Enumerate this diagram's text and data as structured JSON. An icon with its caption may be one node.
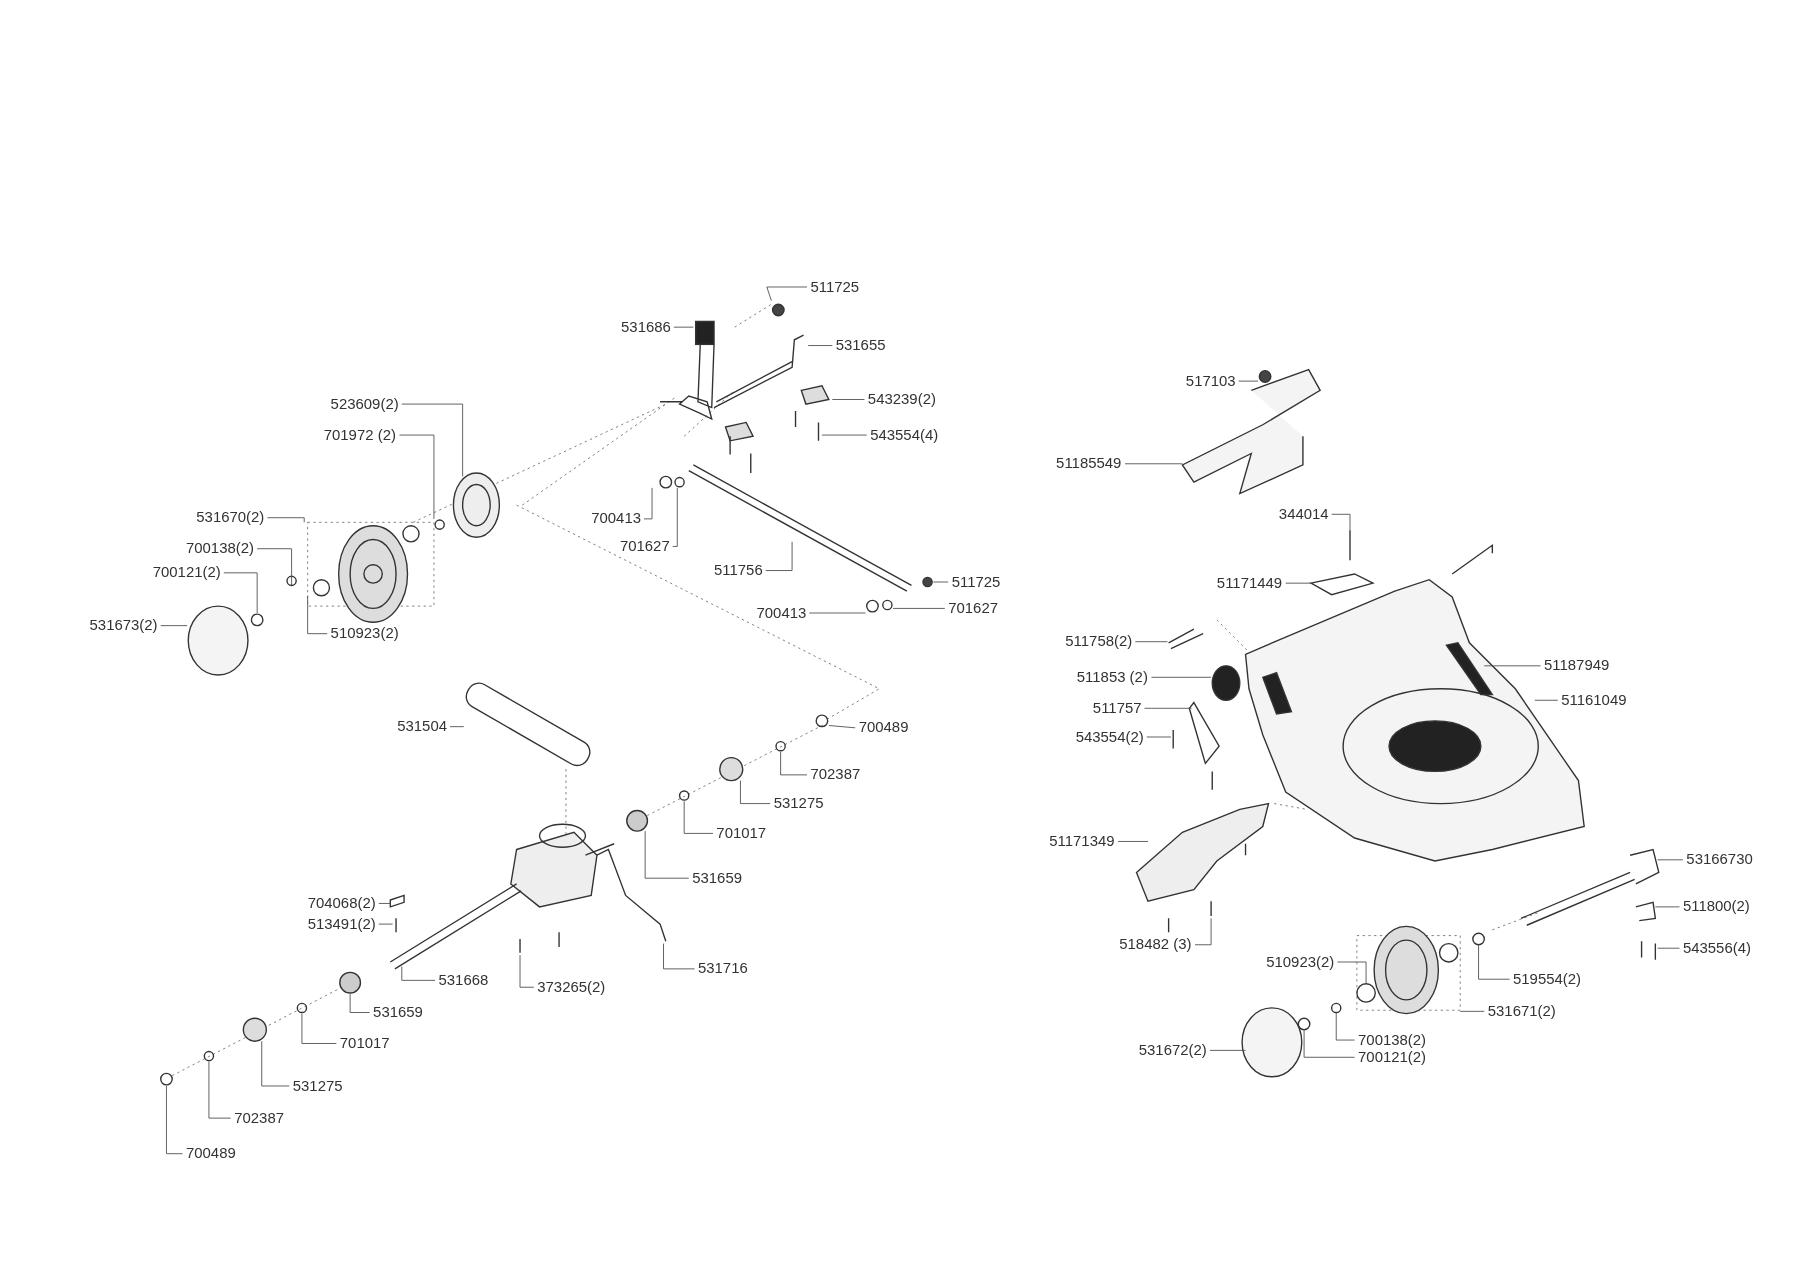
{
  "diagram": {
    "nodes": [
      {
        "text": [
          "511725"
        ]
      },
      {
        "text": [
          "531686"
        ]
      },
      {
        "text": [
          "531655"
        ]
      },
      {
        "text": [
          "523609(2)"
        ]
      },
      {
        "text": [
          "701972 (2)"
        ]
      },
      {
        "text": [
          "543239(2)"
        ]
      },
      {
        "text": [
          "543554(4)"
        ]
      },
      {
        "text": [
          "531670(2)"
        ]
      },
      {
        "text": [
          "700413"
        ]
      },
      {
        "text": [
          "700138(2)"
        ]
      },
      {
        "text": [
          "701627"
        ]
      },
      {
        "text": [
          "700121(2)"
        ]
      },
      {
        "text": [
          "511756"
        ]
      },
      {
        "text": [
          "511725"
        ]
      },
      {
        "text": [
          "531673(2)"
        ]
      },
      {
        "text": [
          "510923(2)"
        ]
      },
      {
        "text": [
          "700413"
        ]
      },
      {
        "text": [
          "701627"
        ]
      },
      {
        "text": [
          "531504"
        ]
      },
      {
        "text": [
          "700489"
        ]
      },
      {
        "text": [
          "702387"
        ]
      },
      {
        "text": [
          "531275"
        ]
      },
      {
        "text": [
          "701017"
        ]
      },
      {
        "text": [
          "531659"
        ]
      },
      {
        "text": [
          "704068(2)"
        ]
      },
      {
        "text": [
          "513491(2)"
        ]
      },
      {
        "text": [
          "531716"
        ]
      },
      {
        "text": [
          "531668"
        ]
      },
      {
        "text": [
          "373265(2)"
        ]
      },
      {
        "text": [
          "531659"
        ]
      },
      {
        "text": [
          "701017"
        ]
      },
      {
        "text": [
          "531275"
        ]
      },
      {
        "text": [
          "702387"
        ]
      },
      {
        "text": [
          "700489"
        ]
      },
      {
        "text": [
          "517103"
        ]
      },
      {
        "text": [
          "51185549"
        ]
      },
      {
        "text": [
          "344014"
        ]
      },
      {
        "text": [
          "51171449"
        ]
      },
      {
        "text": [
          "511758(2)"
        ]
      },
      {
        "text": [
          "51187949"
        ]
      },
      {
        "text": [
          "511853 (2)"
        ]
      },
      {
        "text": [
          "51161049"
        ]
      },
      {
        "text": [
          "511757"
        ]
      },
      {
        "text": [
          "543554(2)"
        ]
      },
      {
        "text": [
          "51171349"
        ]
      },
      {
        "text": [
          "53166730"
        ]
      },
      {
        "text": [
          "511800(2)"
        ]
      },
      {
        "text": [
          "518482 (3)"
        ]
      },
      {
        "text": [
          "543556(4)"
        ]
      },
      {
        "text": [
          "510923(2)"
        ]
      },
      {
        "text": [
          "519554(2)"
        ]
      },
      {
        "text": [
          "531671(2)"
        ]
      },
      {
        "text": [
          "700138(2)"
        ]
      },
      {
        "text": [
          "700121(2)"
        ]
      },
      {
        "text": [
          "531672(2)"
        ]
      }
    ],
    "edges": [
      {
        "from": 0,
        "to": null,
        "arrow": "none"
      },
      {
        "from": 1,
        "to": null,
        "arrow": "none"
      },
      {
        "from": 2,
        "to": null,
        "arrow": "none"
      },
      {
        "from": 3,
        "to": null,
        "arrow": "none"
      },
      {
        "from": 4,
        "to": null,
        "arrow": "none"
      },
      {
        "from": 5,
        "to": null,
        "arrow": "none"
      },
      {
        "from": 6,
        "to": null,
        "arrow": "none"
      },
      {
        "from": 7,
        "to": null,
        "arrow": "none"
      },
      {
        "from": 8,
        "to": null,
        "arrow": "none"
      },
      {
        "from": 9,
        "to": null,
        "arrow": "none"
      },
      {
        "from": 10,
        "to": null,
        "arrow": "none"
      },
      {
        "from": 11,
        "to": null,
        "arrow": "none"
      },
      {
        "from": 12,
        "to": null,
        "arrow": "none"
      },
      {
        "from": 13,
        "to": null,
        "arrow": "none"
      },
      {
        "from": 14,
        "to": null,
        "arrow": "none"
      },
      {
        "from": 15,
        "to": null,
        "arrow": "none"
      },
      {
        "from": 16,
        "to": null,
        "arrow": "none"
      },
      {
        "from": 17,
        "to": null,
        "arrow": "none"
      },
      {
        "from": 18,
        "to": null,
        "arrow": "none"
      },
      {
        "from": 19,
        "to": null,
        "arrow": "none"
      },
      {
        "from": 20,
        "to": null,
        "arrow": "none"
      },
      {
        "from": 21,
        "to": null,
        "arrow": "none"
      },
      {
        "from": 22,
        "to": null,
        "arrow": "none"
      },
      {
        "from": 23,
        "to": null,
        "arrow": "none"
      },
      {
        "from": 24,
        "to": null,
        "arrow": "none"
      },
      {
        "from": 25,
        "to": null,
        "arrow": "none"
      },
      {
        "from": 26,
        "to": null,
        "arrow": "none"
      },
      {
        "from": 27,
        "to": null,
        "arrow": "none"
      },
      {
        "from": 28,
        "to": null,
        "arrow": "none"
      },
      {
        "from": 29,
        "to": null,
        "arrow": "none"
      },
      {
        "from": 30,
        "to": null,
        "arrow": "none"
      },
      {
        "from": 31,
        "to": null,
        "arrow": "none"
      },
      {
        "from": 32,
        "to": null,
        "arrow": "none"
      },
      {
        "from": 33,
        "to": null,
        "arrow": "none"
      },
      {
        "from": 34,
        "to": null,
        "arrow": "none"
      },
      {
        "from": 35,
        "to": null,
        "arrow": "none"
      },
      {
        "from": 36,
        "to": null,
        "arrow": "none"
      },
      {
        "from": 37,
        "to": null,
        "arrow": "none"
      },
      {
        "from": 38,
        "to": null,
        "arrow": "none"
      },
      {
        "from": 39,
        "to": null,
        "arrow": "none"
      },
      {
        "from": 40,
        "to": null,
        "arrow": "none"
      },
      {
        "from": 41,
        "to": null,
        "arrow": "none"
      },
      {
        "from": 42,
        "to": null,
        "arrow": "none"
      },
      {
        "from": 43,
        "to": null,
        "arrow": "none"
      },
      {
        "from": 44,
        "to": null,
        "arrow": "none"
      },
      {
        "from": 45,
        "to": null,
        "arrow": "none"
      },
      {
        "from": 46,
        "to": null,
        "arrow": "none"
      },
      {
        "from": 47,
        "to": null,
        "arrow": "none"
      },
      {
        "from": 48,
        "to": null,
        "arrow": "none"
      },
      {
        "from": 49,
        "to": null,
        "arrow": "none"
      },
      {
        "from": 50,
        "to": null,
        "arrow": "none"
      },
      {
        "from": 51,
        "to": null,
        "arrow": "none"
      },
      {
        "from": 52,
        "to": null,
        "arrow": "none"
      },
      {
        "from": 53,
        "to": null,
        "arrow": "none"
      },
      {
        "from": 54,
        "to": null,
        "arrow": "none"
      }
    ]
  }
}
